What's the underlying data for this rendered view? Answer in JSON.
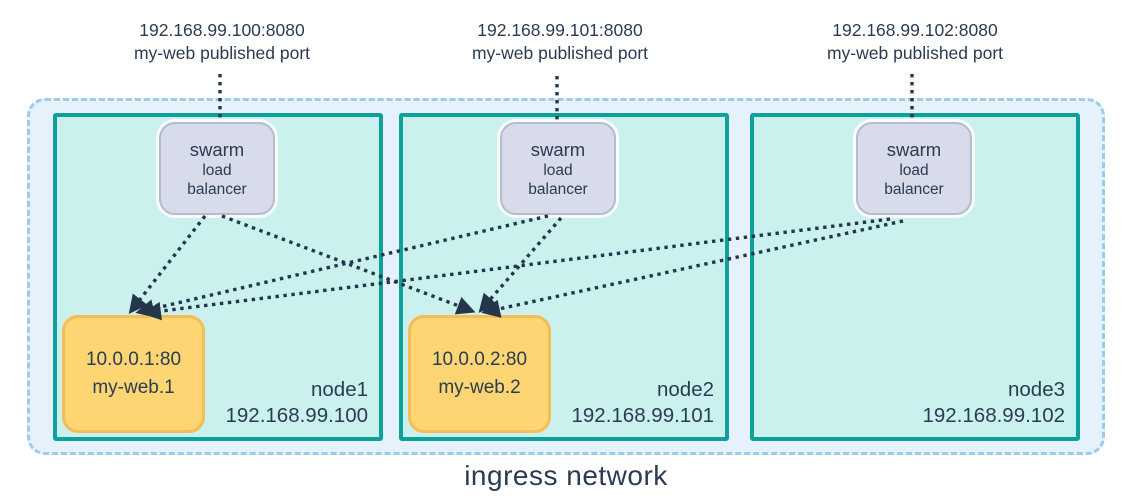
{
  "published_ports": [
    {
      "ip_port": "192.168.99.100:8080",
      "caption": "my-web published port"
    },
    {
      "ip_port": "192.168.99.101:8080",
      "caption": "my-web published port"
    },
    {
      "ip_port": "192.168.99.102:8080",
      "caption": "my-web published port"
    }
  ],
  "nodes": [
    {
      "name": "node1",
      "ip": "192.168.99.100",
      "load_balancer": {
        "line1": "swarm",
        "line2": "load",
        "line3": "balancer"
      },
      "task": {
        "endpoint": "10.0.0.1:80",
        "name": "my-web.1"
      }
    },
    {
      "name": "node2",
      "ip": "192.168.99.101",
      "load_balancer": {
        "line1": "swarm",
        "line2": "load",
        "line3": "balancer"
      },
      "task": {
        "endpoint": "10.0.0.2:80",
        "name": "my-web.2"
      }
    },
    {
      "name": "node3",
      "ip": "192.168.99.102",
      "load_balancer": {
        "line1": "swarm",
        "line2": "load",
        "line3": "balancer"
      },
      "task": null
    }
  ],
  "network_label": "ingress network",
  "colors": {
    "node_border": "#0ca29b",
    "node_fill": "#cbf1ee",
    "ingress_fill": "#e6f2fb",
    "ingress_border": "#9ecbe8",
    "load_balancer_fill": "#d7dbea",
    "load_balancer_border": "#b4bcd3",
    "task_fill": "#fdd673",
    "task_border": "#f4bd55",
    "line_color": "#24364c",
    "text_color": "#2b3b52"
  }
}
